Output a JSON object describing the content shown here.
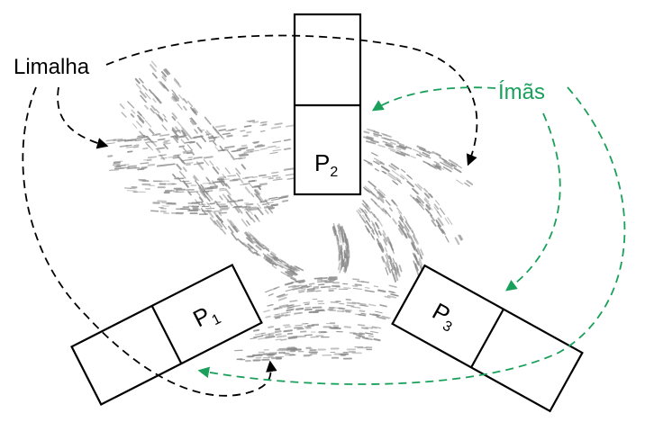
{
  "labels": {
    "filings": "Limalha",
    "magnets": "Ímãs"
  },
  "magnets": [
    {
      "id": "p1",
      "pole_letter": "P",
      "subscript": "1"
    },
    {
      "id": "p2",
      "pole_letter": "P",
      "subscript": "2"
    },
    {
      "id": "p3",
      "pole_letter": "P",
      "subscript": "3"
    }
  ],
  "colors": {
    "text": "#000000",
    "magnet_label": "#1aa05a",
    "filings_arrow": "#000000",
    "magnets_arrow": "#1aa05a",
    "filings": "#8a8a8a"
  }
}
